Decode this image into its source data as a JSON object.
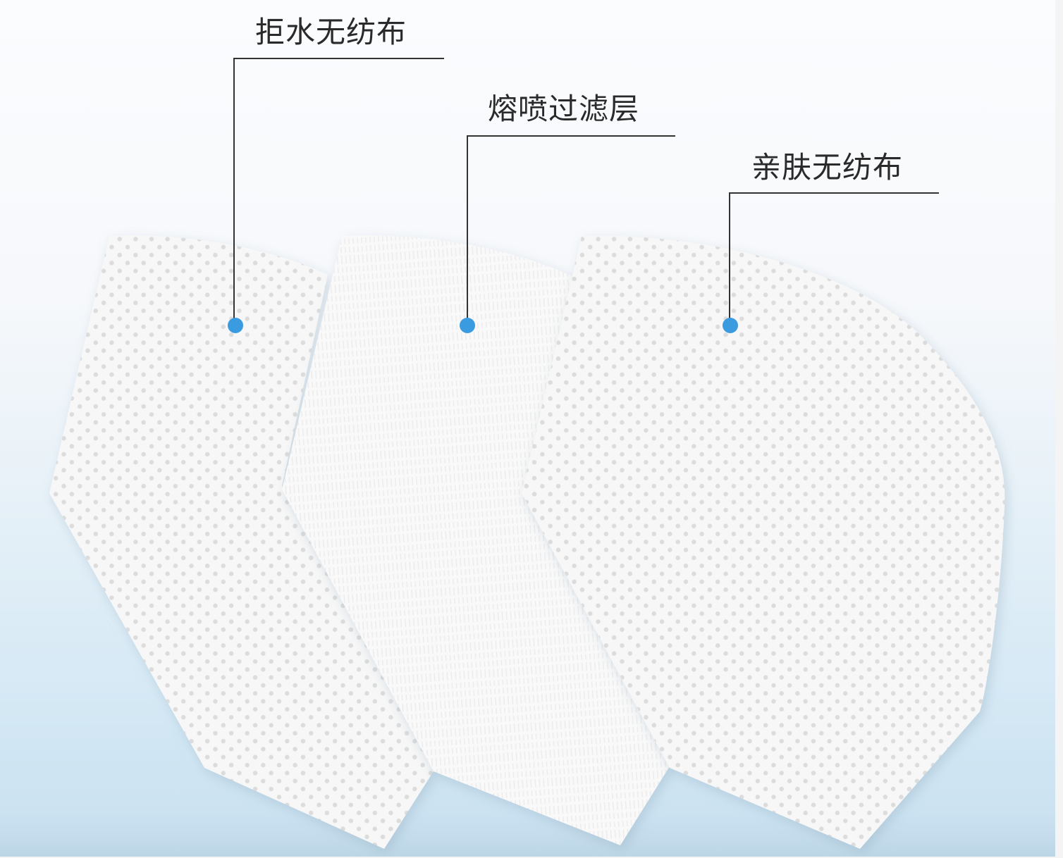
{
  "layers": [
    {
      "label": "拒水无纺布",
      "texture": "dotted"
    },
    {
      "label": "熔喷过滤层",
      "texture": "fibrous"
    },
    {
      "label": "亲肤无纺布",
      "texture": "dotted"
    }
  ],
  "colors": {
    "marker": "#3a9be0",
    "leader_line": "#333333",
    "fabric": "#f7f7f7"
  }
}
